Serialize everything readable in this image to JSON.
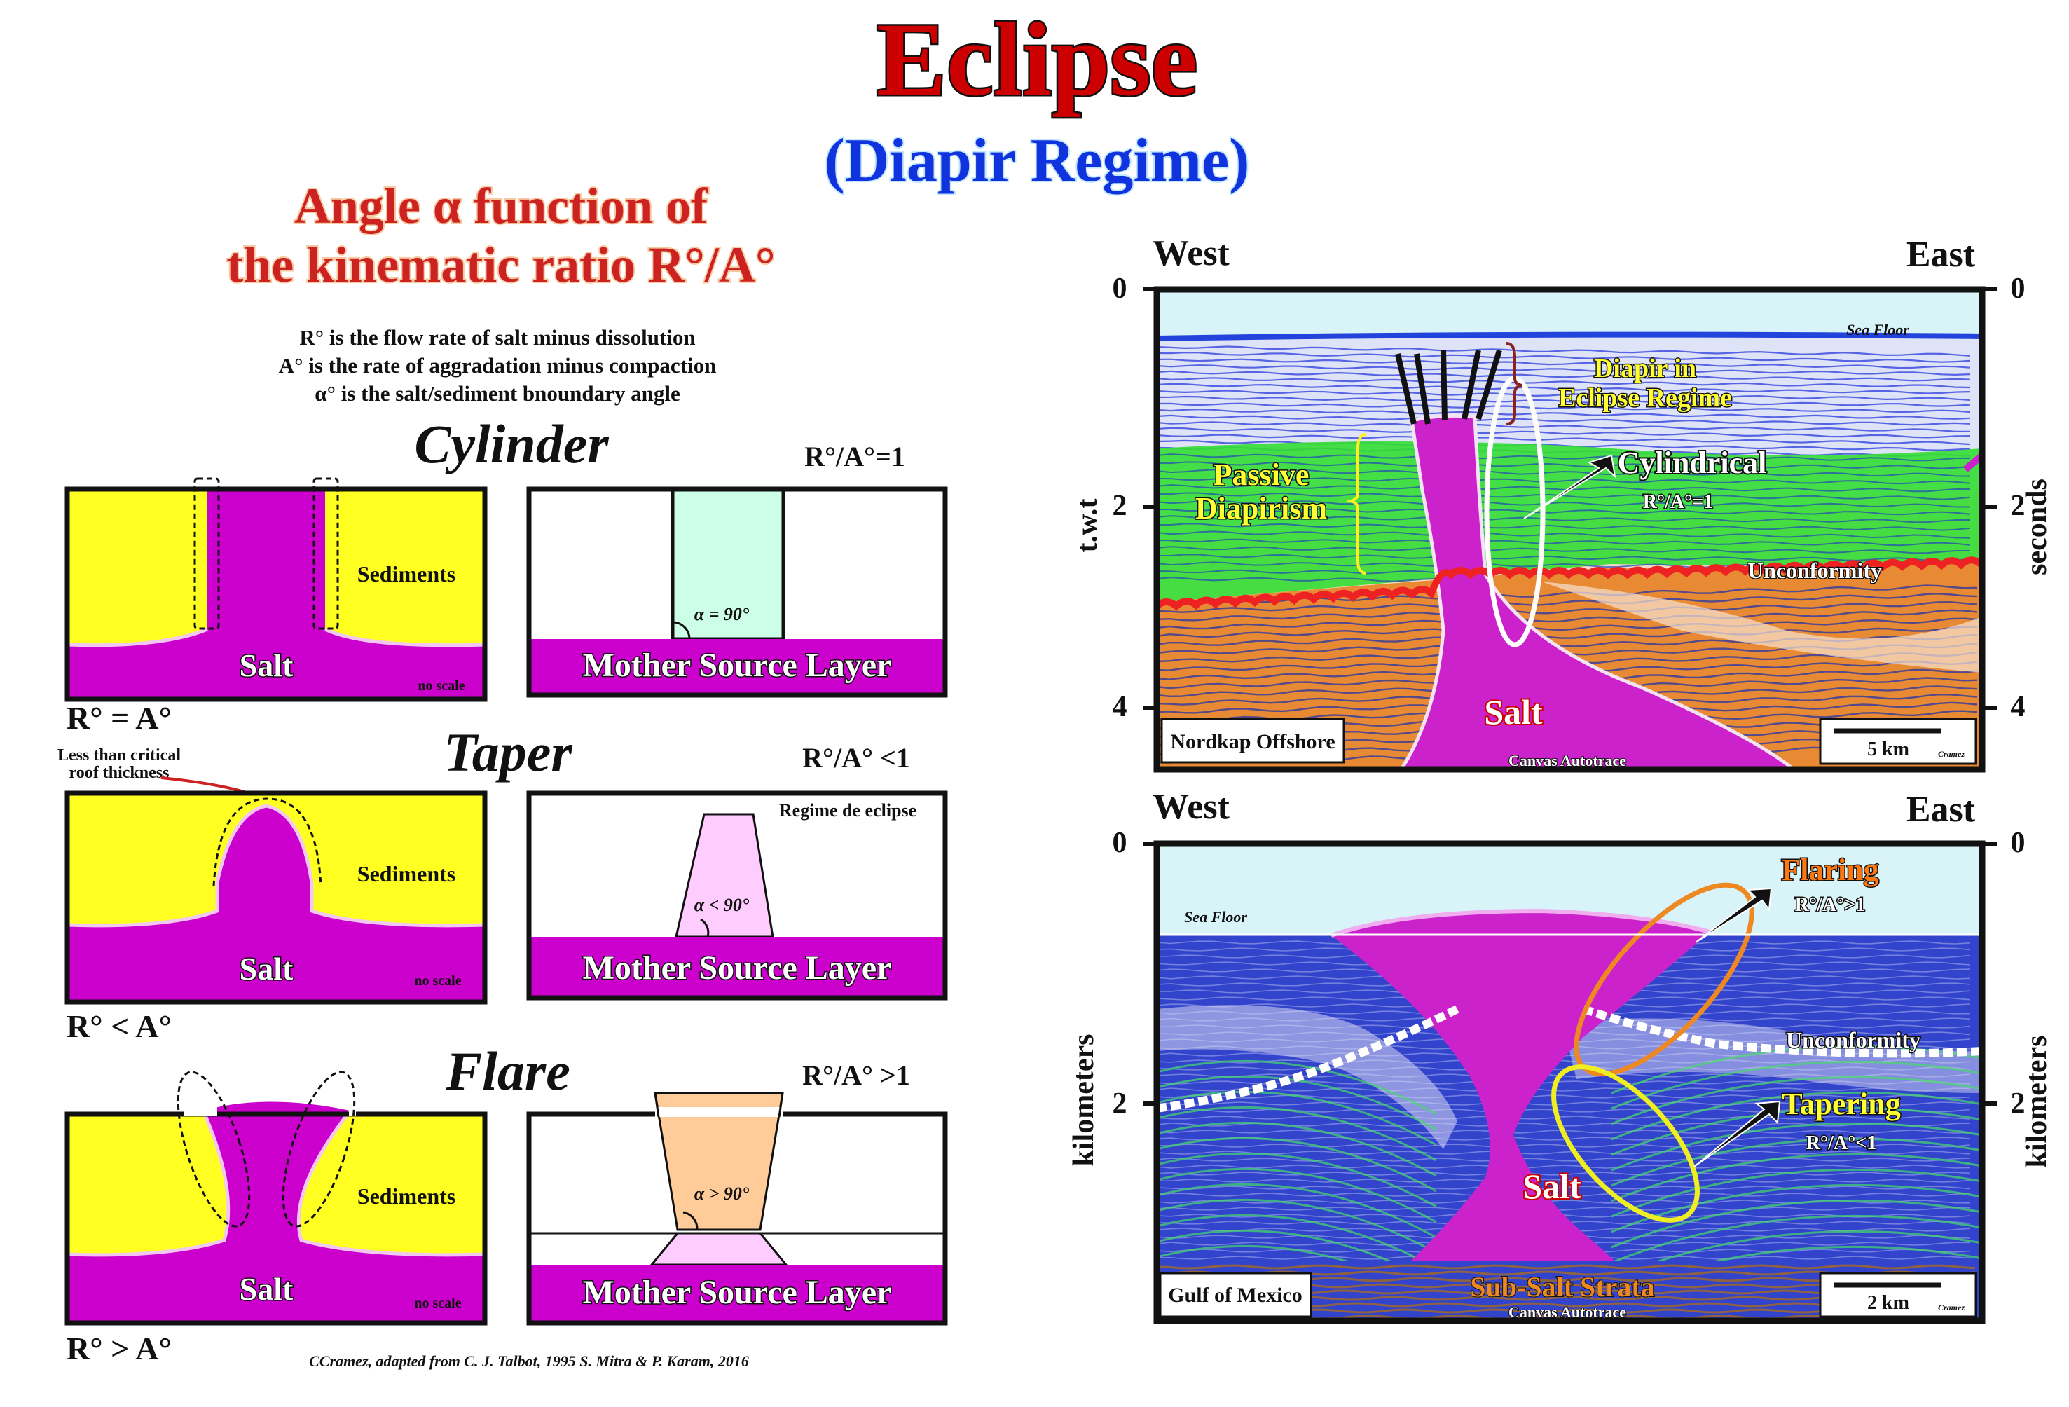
{
  "header": {
    "title": "Eclipse",
    "subtitle": "(Diapir Regime)"
  },
  "left": {
    "heading_line1": "Angle α function of",
    "heading_line2": "the kinematic ratio R°/A°",
    "definitions": [
      "R° is the flow rate of salt minus dissolution",
      "A° is the rate of aggradation minus compaction",
      "α° is the salt/sediment  bnoundary angle"
    ],
    "rows": [
      {
        "name": "Cylinder",
        "ratio": "R°/A°=1",
        "relation": "R° = A°",
        "sediments": "Sediments",
        "salt": "Salt",
        "noscale": "no scale",
        "angle": "α = 90°",
        "mother": "Mother Source Layer"
      },
      {
        "name": "Taper",
        "ratio": "R°/A° <1",
        "relation": "R° < A°",
        "sediments": "Sediments",
        "salt": "Salt",
        "noscale": "no scale",
        "angle": "α < 90°",
        "mother": "Mother Source Layer",
        "note_line1": "Less than critical",
        "note_line2": "roof thickness",
        "regime_label": "Regime de eclipse"
      },
      {
        "name": "Flare",
        "ratio": "R°/A° >1",
        "relation": "R° > A°",
        "sediments": "Sediments",
        "salt": "Salt",
        "noscale": "no scale",
        "angle": "α > 90°",
        "mother": "Mother Source Layer"
      }
    ],
    "credit": "CCramez, adapted from C. J. Talbot, 1995 S. Mitra & P. Karam, 2016"
  },
  "top_section": {
    "west": "West",
    "east": "East",
    "y_label_left": "t.w.t",
    "y_label_right": "seconds",
    "ticks": [
      "0",
      "2",
      "4"
    ],
    "sea_floor": "Sea Floor",
    "diapir_line1": "Diapir in",
    "diapir_line2": "Eclipse Regime",
    "passive_line1": "Passive",
    "passive_line2": "Diapirism",
    "cylindrical": "Cylindrical",
    "cyl_ratio": "R°/A°=1",
    "unconformity": "Unconformity",
    "salt": "Salt",
    "location": "Nordkap Offshore",
    "scale": "5 km",
    "scale_credit": "Cramez",
    "autotrace": "Canvas Autotrace"
  },
  "bottom_section": {
    "west": "West",
    "east": "East",
    "y_label_left": "kilometers",
    "y_label_right": "kilometers",
    "ticks": [
      "0",
      "2"
    ],
    "sea_floor": "Sea Floor",
    "flaring": "Flaring",
    "flaring_ratio": "R°/A°>1",
    "unconformity": "Unconformity",
    "tapering": "Tapering",
    "tapering_ratio": "R°/A°<1",
    "salt": "Salt",
    "subsalt": "Sub-Salt Strata",
    "location": "Gulf of Mexico",
    "scale": "2 km",
    "scale_credit": "Cramez",
    "autotrace": "Canvas Autotrace"
  },
  "colors": {
    "sediment_yellow": "#ffff22",
    "salt_magenta": "#cc00cc",
    "cylinder_fill": "#ccffe6",
    "taper_fill": "#ffccff",
    "flare_fill": "#ffcc99",
    "title_red": "#cc0000",
    "subtitle_blue": "#1133dd"
  }
}
